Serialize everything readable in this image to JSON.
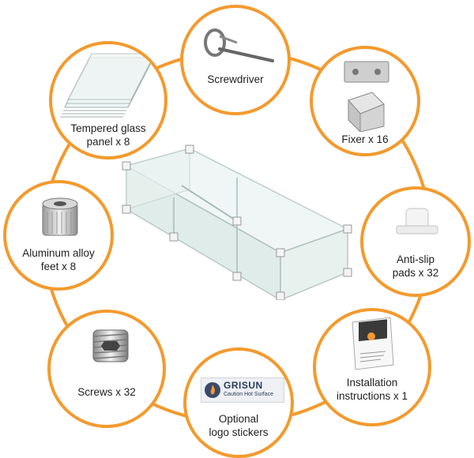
{
  "accent_color": "#f39a2e",
  "items": {
    "screwdriver": {
      "label": "Screwdriver",
      "icon": "hex-key-icon"
    },
    "fixer": {
      "label": "Fixer x 16",
      "icon": "glass-clamp-icon"
    },
    "anti_slip": {
      "label_line1": "Anti-slip",
      "label_line2": "pads x 32",
      "icon": "rubber-pad-icon"
    },
    "installation": {
      "label_line1": "Installation",
      "label_line2": "instructions x 1",
      "icon": "manual-booklet-icon"
    },
    "logo_stickers": {
      "label_line1": "Optional",
      "label_line2": "logo stickers",
      "icon": "logo-sticker-icon"
    },
    "screws": {
      "label": "Screws x 32",
      "icon": "hex-screw-icon"
    },
    "aluminum_feet": {
      "label_line1": "Aluminum alloy",
      "label_line2": "feet x 8",
      "icon": "aluminum-foot-icon"
    },
    "glass_panel": {
      "label_line1": "Tempered glass",
      "label_line2": "panel x 8",
      "icon": "glass-panel-stack-icon"
    }
  },
  "sticker": {
    "brand": "GRISUN",
    "caption": "Caution Hot Surface"
  }
}
